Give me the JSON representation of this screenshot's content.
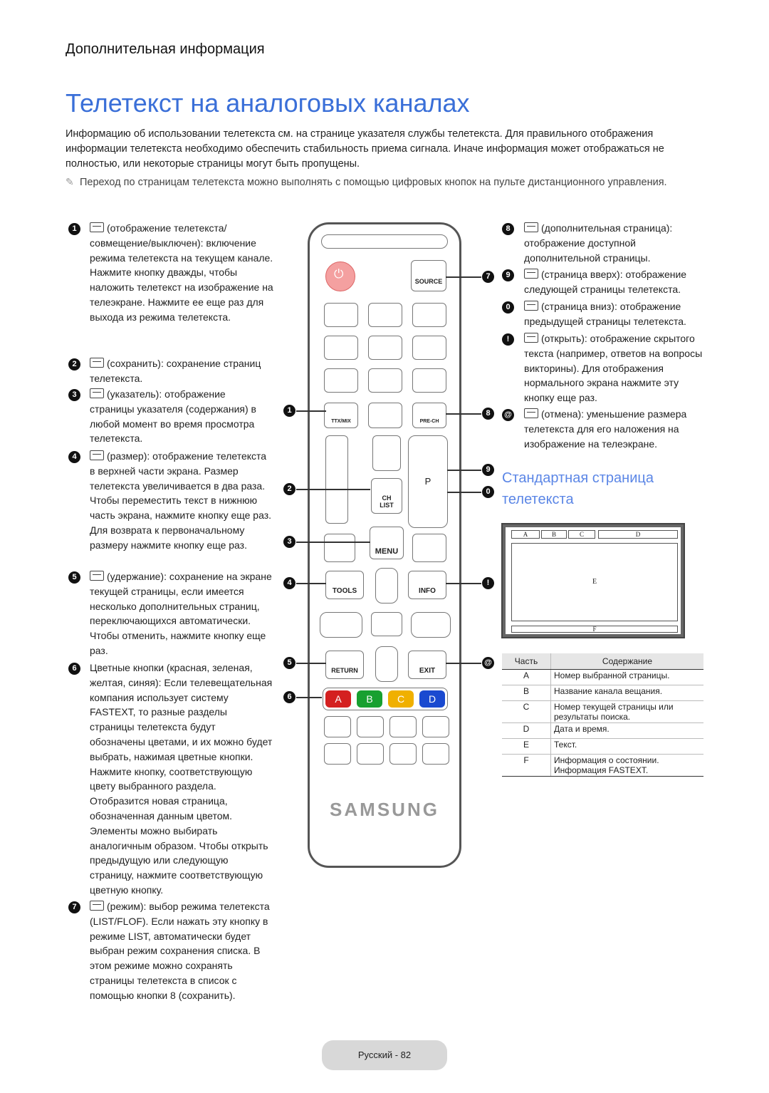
{
  "section_title": "Дополнительная информация",
  "page_title": "Телетекст на аналоговых каналах",
  "intro": "Информацию об использовании телетекста см. на странице указателя службы телетекста. Для правильного отображения информации телетекста необходимо обеспечить стабильность приема сигнала. Иначе информация может отображаться не полностью, или некоторые страницы могут быть пропущены.",
  "note": "Переход по страницам телетекста можно выполнять с помощью цифровых кнопок на пульте дистанционного управления.",
  "left_items": [
    {
      "num": "1",
      "text": "(отображение телетекста/ совмещение/выключен): включение режима телетекста на текущем канале. Нажмите кнопку дважды, чтобы наложить телетекст на изображение на телеэкране. Нажмите ее еще раз для выхода из режима телетекста."
    },
    {
      "num": "2",
      "text": "(сохранить): сохранение страниц телетекста."
    },
    {
      "num": "3",
      "text": "(указатель): отображение страницы указателя (содержания) в любой момент во время просмотра телетекста."
    },
    {
      "num": "4",
      "text": "(размер): отображение телетекста в верхней части экрана. Размер телетекста увеличивается в два раза. Чтобы переместить текст в нижнюю часть экрана, нажмите кнопку еще раз. Для возврата к первоначальному размеру нажмите кнопку еще раз."
    },
    {
      "num": "5",
      "text": "(удержание): сохранение на экране текущей страницы, если имеется несколько дополнительных страниц, переключающихся автоматически. Чтобы отменить, нажмите кнопку еще раз."
    },
    {
      "num": "6",
      "text": "Цветные кнопки (красная, зеленая, желтая, синяя): Если телевещательная компания использует систему FASTEXT, то разные разделы страницы телетекста будут обозначены цветами, и их можно будет выбрать, нажимая цветные кнопки. Нажмите кнопку, соответствующую цвету выбранного раздела. Отобразится новая страница, обозначенная данным цветом. Элементы можно выбирать аналогичным образом. Чтобы открыть предыдущую или следующую страницу, нажмите соответствующую цветную кнопку."
    },
    {
      "num": "7",
      "text": "(режим): выбор режима телетекста (LIST/FLOF). Если нажать эту кнопку в режиме LIST, автоматически будет выбран режим сохранения списка. В этом режиме можно сохранять страницы телетекста в список с помощью кнопки 8 (сохранить)."
    }
  ],
  "right_items": [
    {
      "num": "8",
      "text": "(дополнительная страница): отображение доступной дополнительной страницы."
    },
    {
      "num": "9",
      "text": "(страница вверх): отображение следующей страницы телетекста."
    },
    {
      "num": "0",
      "text": "(страница вниз): отображение предыдущей страницы телетекста."
    },
    {
      "num": "!",
      "text": "(открыть): отображение скрытого текста (например, ответов на вопросы викторины). Для отображения нормального экрана нажмите эту кнопку еще раз."
    },
    {
      "num": "@",
      "text": "(отмена): уменьшение размера телетекста для его наложения на изображение на телеэкране."
    }
  ],
  "standard_title": "Стандартная страница телетекста",
  "diagram_labels": {
    "a": "A",
    "b": "B",
    "c": "C",
    "d": "D",
    "e": "E",
    "f": "F"
  },
  "remote": {
    "source": "SOURCE",
    "ttx": "TTX/MIX",
    "prech": "PRE-CH",
    "p": "P",
    "ch": "CH",
    "list": "LIST",
    "menu": "MENU",
    "tools": "TOOLS",
    "info": "INFO",
    "return": "RETURN",
    "exit": "EXIT",
    "colors": [
      "A",
      "B",
      "C",
      "D"
    ],
    "brand": "SAMSUNG",
    "callouts": [
      "1",
      "2",
      "3",
      "4",
      "5",
      "6",
      "7",
      "8",
      "9",
      "0",
      "!",
      "@"
    ]
  },
  "table": {
    "headers": [
      "Часть",
      "Содержание"
    ],
    "rows": [
      [
        "A",
        "Номер выбранной страницы."
      ],
      [
        "B",
        "Название канала вещания."
      ],
      [
        "C",
        "Номер текущей страницы или результаты поиска."
      ],
      [
        "D",
        "Дата и время."
      ],
      [
        "E",
        "Текст."
      ],
      [
        "F",
        "Информация о состоянии. Информация FASTEXT."
      ]
    ]
  },
  "footer": "Русский - 82",
  "colors": {
    "accent": "#3a6fd8",
    "red": "#d42020",
    "green": "#18a030",
    "yellow": "#f0b000",
    "blue": "#1a4ad0"
  }
}
